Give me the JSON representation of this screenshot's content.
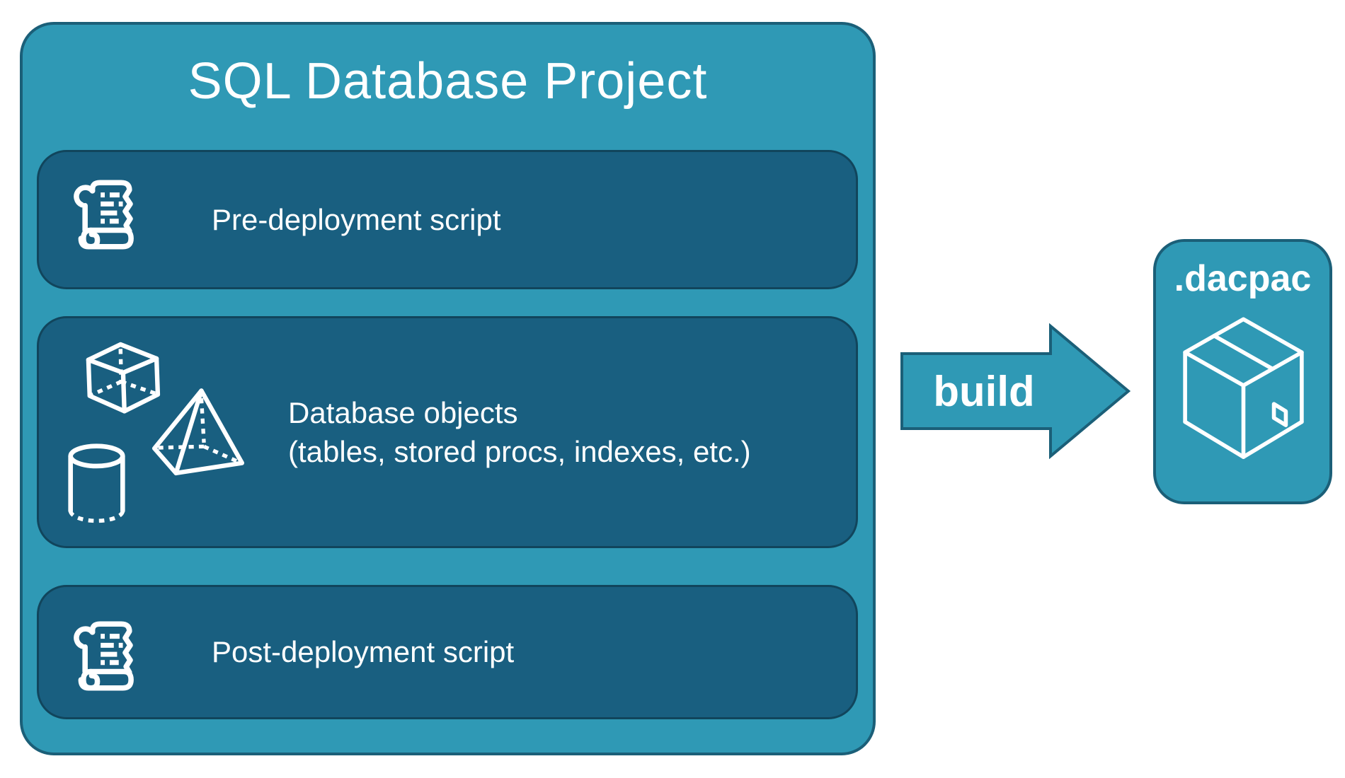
{
  "project": {
    "title": "SQL Database Project",
    "pre_box": {
      "label": "Pre-deployment script",
      "icon": "scroll-icon"
    },
    "objects_box": {
      "line1": "Database objects",
      "line2": "(tables, stored procs, indexes, etc.)",
      "icons": [
        "cube-icon",
        "pyramid-icon",
        "cylinder-icon"
      ]
    },
    "post_box": {
      "label": "Post-deployment script",
      "icon": "scroll-icon"
    }
  },
  "arrow": {
    "label": "build"
  },
  "output_box": {
    "label": ".dacpac",
    "icon": "package-icon"
  },
  "colors": {
    "container_fill": "#2F99B5",
    "container_border": "#1B5F78",
    "inner_fill": "#195F80",
    "inner_border": "#11455C",
    "text": "#FFFFFF"
  }
}
